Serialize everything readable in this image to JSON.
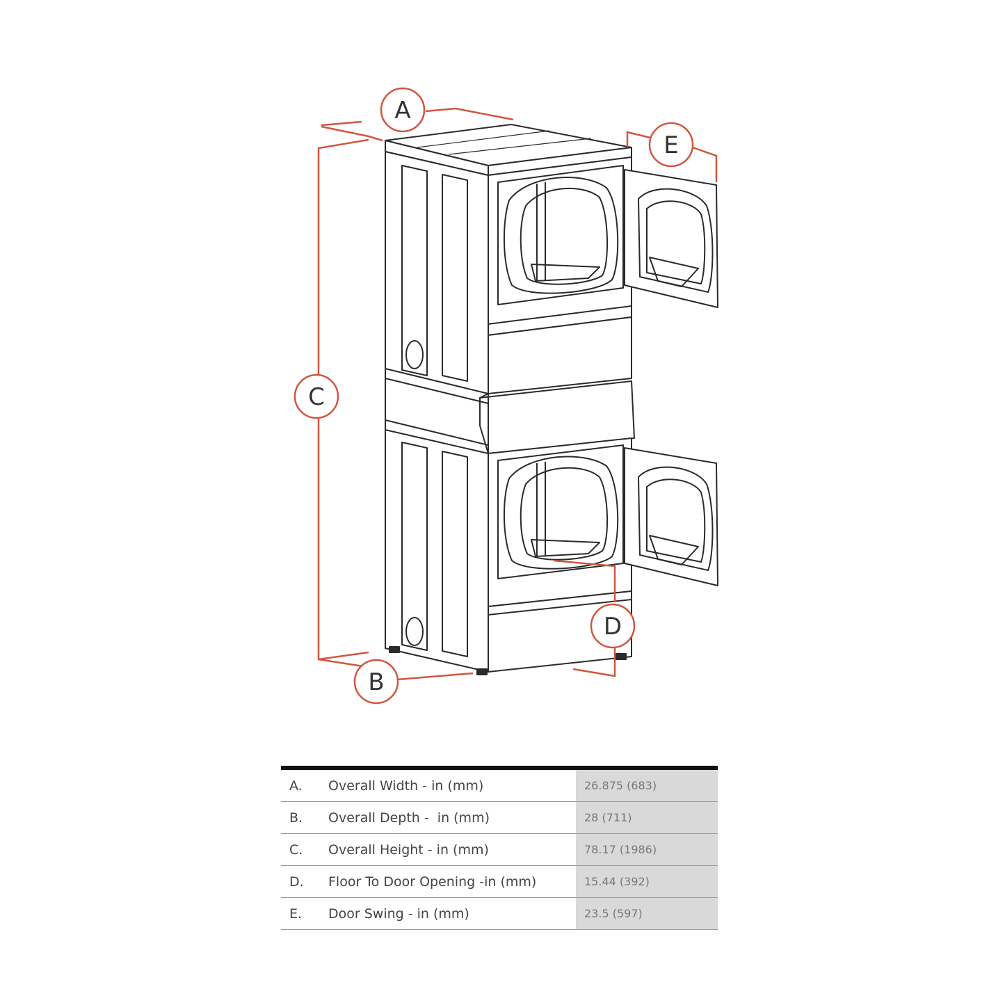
{
  "colors": {
    "accent": "#d2553f",
    "line": "#2a2a2a",
    "value_bg": "#d9d9d9"
  },
  "callouts": {
    "a": "A",
    "b": "B",
    "c": "C",
    "d": "D",
    "e": "E"
  },
  "specs": [
    {
      "letter": "A.",
      "label": "Overall Width - in (mm)",
      "value": "26.875 (683)"
    },
    {
      "letter": "B.",
      "label": "Overall Depth -  in (mm)",
      "value": "28 (711)"
    },
    {
      "letter": "C.",
      "label": "Overall Height - in (mm)",
      "value": "78.17 (1986)"
    },
    {
      "letter": "D.",
      "label": "Floor To Door Opening -in (mm)",
      "value": "15.44 (392)"
    },
    {
      "letter": "E.",
      "label": "Door Swing - in (mm)",
      "value": "23.5 (597)"
    }
  ]
}
